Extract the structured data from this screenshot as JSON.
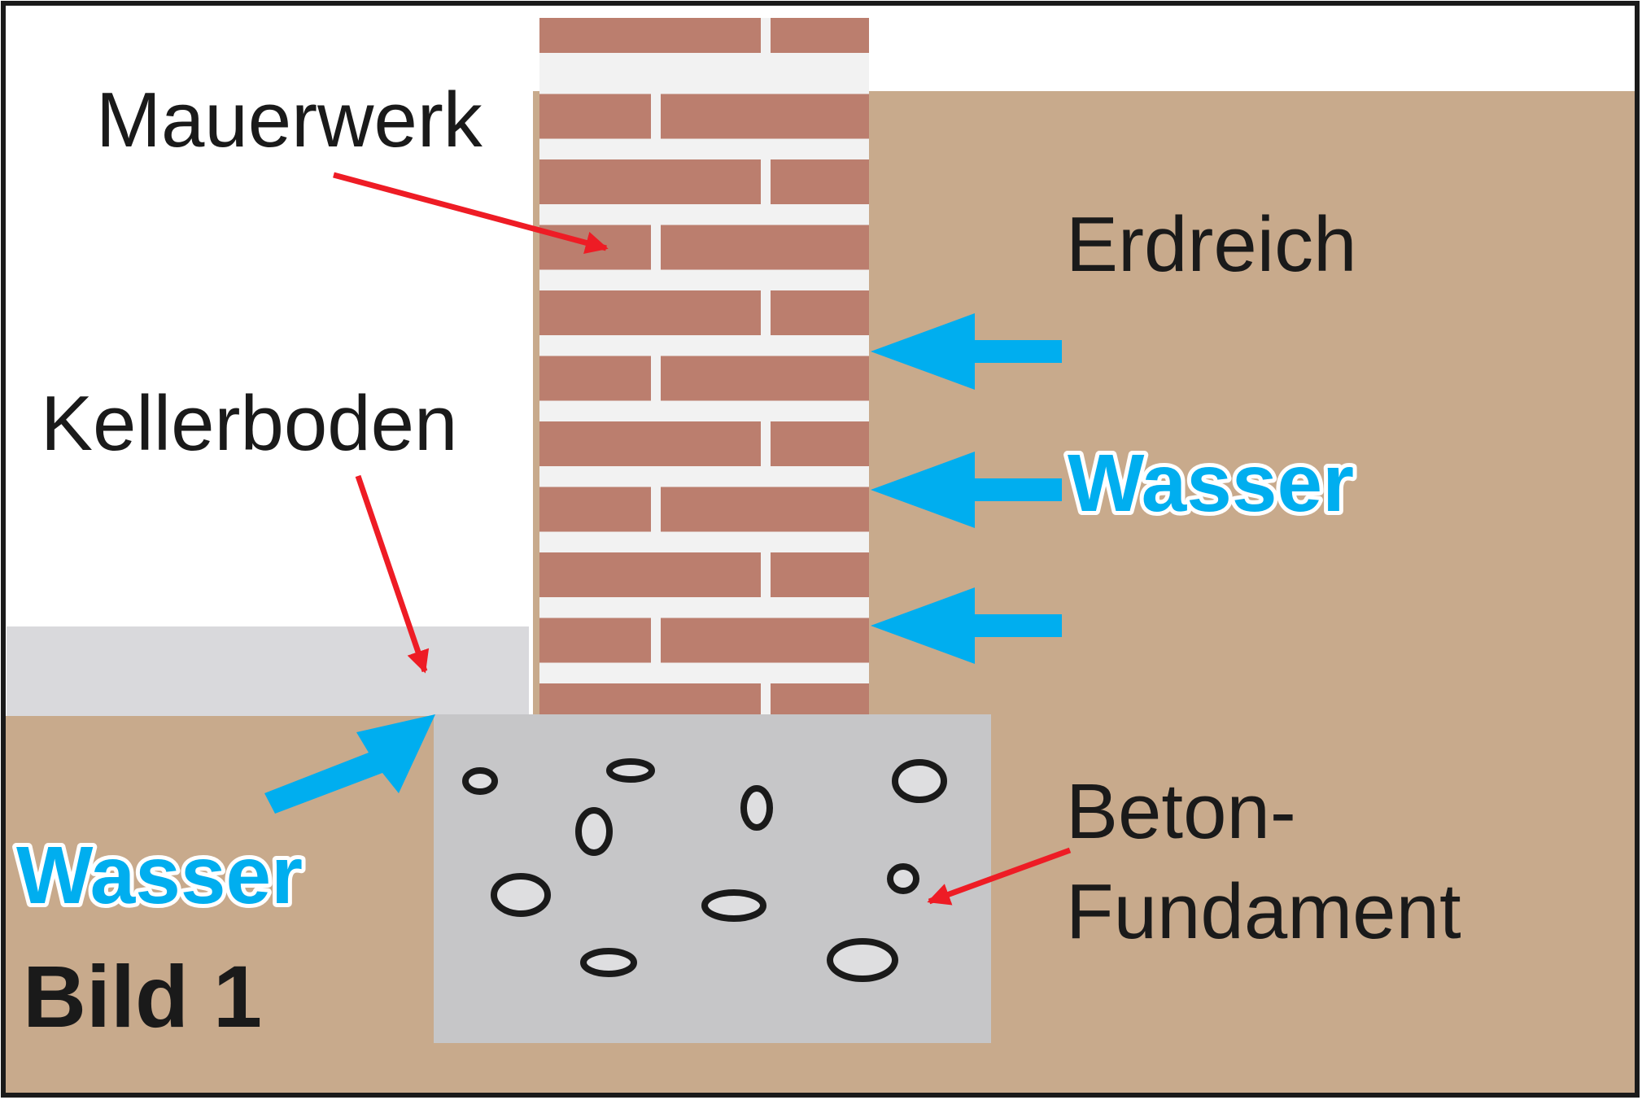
{
  "labels": {
    "masonry": "Mauerwerk",
    "soil": "Erdreich",
    "cellar_floor": "Kellerboden",
    "water_right": "Wasser",
    "water_left": "Wasser",
    "concrete_line1": "Beton-",
    "concrete_line2": "Fundament",
    "figure": "Bild 1"
  },
  "colors": {
    "soil": "#c8aa8c",
    "brick": "#bb7e6e",
    "mortar": "#f2f2f2",
    "concrete": "#c6c6c8",
    "floor": "#d9d9dc",
    "arrow_red": "#ee1c25",
    "arrow_blue": "#00aeef",
    "frame": "#1a1a1a"
  },
  "icons": [
    "red-arrow-icon",
    "blue-arrow-icon",
    "pebble-icon"
  ]
}
